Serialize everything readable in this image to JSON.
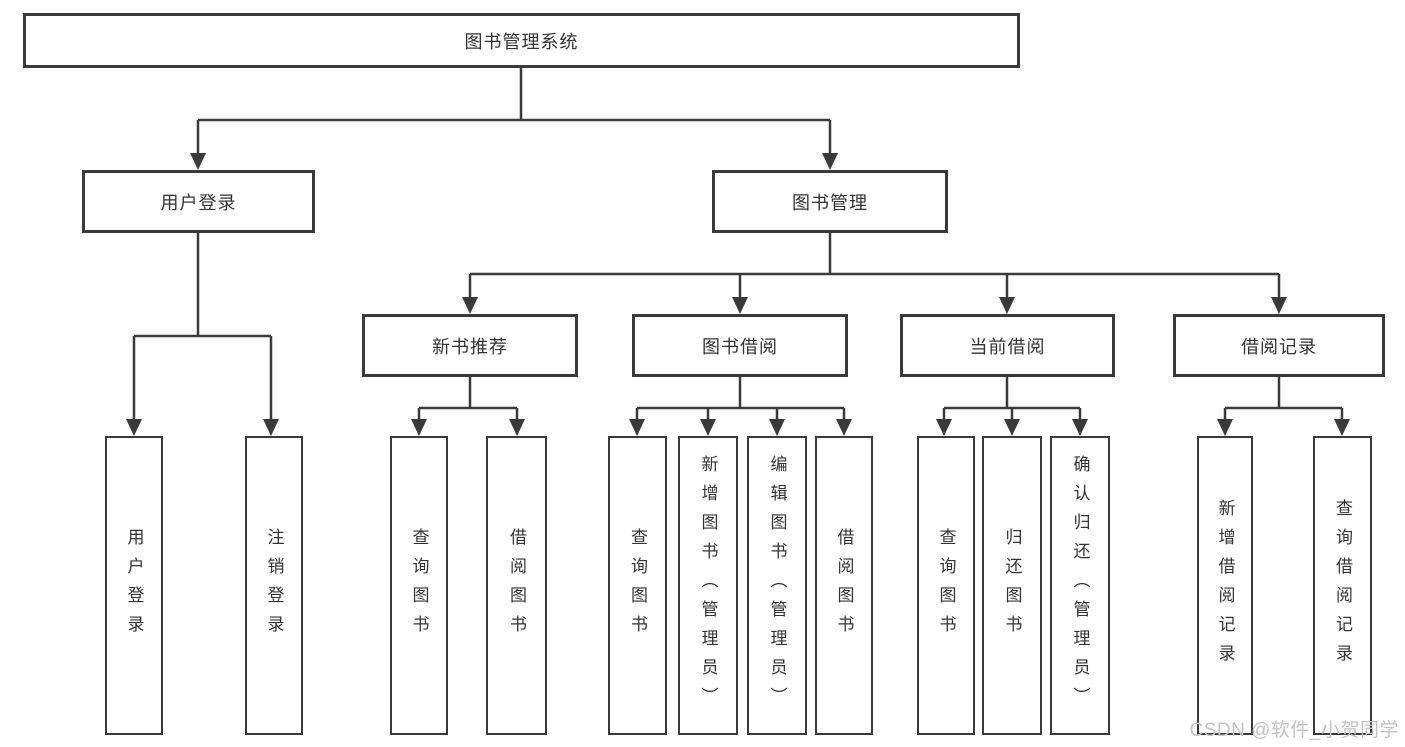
{
  "watermark": "CSDN @软件_小贺同学",
  "colors": {
    "line": "#3a3a3a",
    "box_border": "#3a3a3a",
    "text": "#333333",
    "background": "#ffffff",
    "watermark": "#c3c3c3"
  },
  "tree": {
    "label": "图书管理系统",
    "children": [
      {
        "label": "用户登录",
        "children": [
          {
            "label": "用户登录"
          },
          {
            "label": "注销登录"
          }
        ]
      },
      {
        "label": "图书管理",
        "children": [
          {
            "label": "新书推荐",
            "children": [
              {
                "label": "查询图书"
              },
              {
                "label": "借阅图书"
              }
            ]
          },
          {
            "label": "图书借阅",
            "children": [
              {
                "label": "查询图书"
              },
              {
                "label": "新增图书（管理员）"
              },
              {
                "label": "编辑图书（管理员）"
              },
              {
                "label": "借阅图书"
              }
            ]
          },
          {
            "label": "当前借阅",
            "children": [
              {
                "label": "查询图书"
              },
              {
                "label": "归还图书"
              },
              {
                "label": "确认归还（管理员）"
              }
            ]
          },
          {
            "label": "借阅记录",
            "children": [
              {
                "label": "新增借阅记录"
              },
              {
                "label": "查询借阅记录"
              }
            ]
          }
        ]
      }
    ]
  }
}
